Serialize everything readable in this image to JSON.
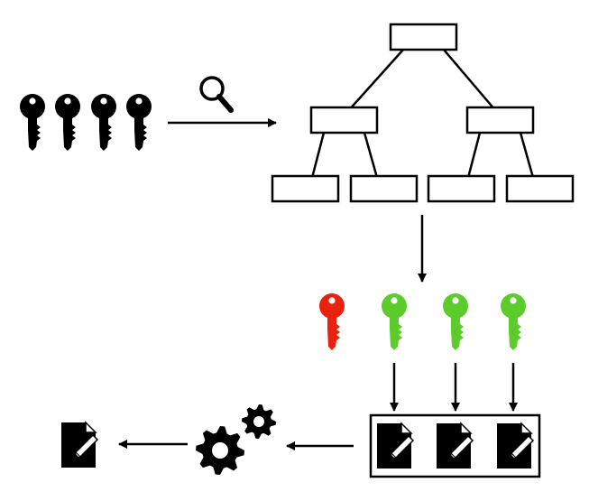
{
  "diagram": {
    "colors": {
      "ink": "#000000",
      "paper": "#ffffff",
      "key_default": "#000000",
      "key_rejected": "#e8220f",
      "key_accepted": "#5ccc2c"
    },
    "icons": {
      "search": "magnifier-icon",
      "tree": "tree-index-icon",
      "key": "key-icon",
      "document": "document-edit-icon",
      "processing": "gears-icon"
    },
    "input_keys": [
      {
        "status": "unchecked"
      },
      {
        "status": "unchecked"
      },
      {
        "status": "unchecked"
      },
      {
        "status": "unchecked"
      }
    ],
    "lookup_results": [
      {
        "status": "rejected"
      },
      {
        "status": "accepted"
      },
      {
        "status": "accepted"
      },
      {
        "status": "accepted"
      }
    ],
    "tree_levels": [
      1,
      2,
      4
    ],
    "retrieved_documents": 3
  }
}
